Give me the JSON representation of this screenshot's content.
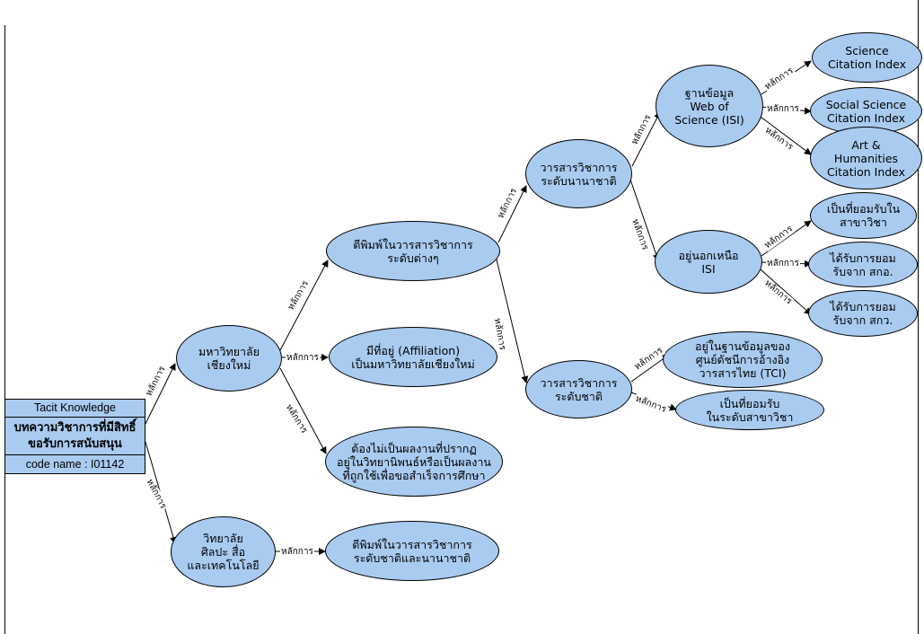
{
  "root": {
    "header": "Tacit Knowledge",
    "title": "บทความวิชาการที่มีสิทธิ์ขอรับการสนับสนุน",
    "code": "code name : I01142"
  },
  "edge_label": "หลักการ",
  "nodes": [
    {
      "id": "cmu",
      "text": "มหาวิทยาลัย\nเชียงใหม่"
    },
    {
      "id": "media",
      "text": "วิทยาลัย\nศิลปะ สื่อ\nและเทคโนโลยี"
    },
    {
      "id": "pub_various",
      "text": "ตีพิมพ์ในวารสารวิชาการ\nระดับต่างๆ"
    },
    {
      "id": "affiliation",
      "text": "มีที่อยู่ (Affiliation)\nเป็นมหาวิทยาลัยเชียงใหม่"
    },
    {
      "id": "not_thesis",
      "text": "ต้องไม่เป็นผลงานที่ปรากฏ\nอยู่ในวิทยานิพนธ์หรือเป็นผลงาน\nที่ถูกใช้เพื่อขอสำเร็จการศึกษา"
    },
    {
      "id": "pub_natl_intl",
      "text": "ตีพิมพ์ในวารสารวิชาการ\nระดับชาติและนานาชาติ"
    },
    {
      "id": "intl_journal",
      "text": "วารสารวิชาการ\nระดับนานาชาติ"
    },
    {
      "id": "natl_journal",
      "text": "วารสารวิชาการ\nระดับชาติ"
    },
    {
      "id": "wos",
      "text": "ฐานข้อมูล\nWeb of\nScience (ISI)"
    },
    {
      "id": "outside_isi",
      "text": "อยู่นอกเหนือ\nISI"
    },
    {
      "id": "tci",
      "text": "อยู่ในฐานข้อมูลของ\nศูนย์ดัชนีการอ้างอิง\nวารสารไทย (TCI)"
    },
    {
      "id": "accepted_field",
      "text": "เป็นที่ยอมรับ\nในระดับสาขาวิชา"
    },
    {
      "id": "sci",
      "text": "Science\nCitation Index"
    },
    {
      "id": "ssci",
      "text": "Social Science\nCitation Index"
    },
    {
      "id": "ahci",
      "text": "Art &\nHumanities\nCitation Index"
    },
    {
      "id": "field_accept",
      "text": "เป็นที่ยอมรับใน\nสาขาวิชา"
    },
    {
      "id": "ohec",
      "text": "ได้รับการยอม\nรับจาก สกอ."
    },
    {
      "id": "trf",
      "text": "ได้รับการยอม\nรับจาก สกว."
    }
  ]
}
